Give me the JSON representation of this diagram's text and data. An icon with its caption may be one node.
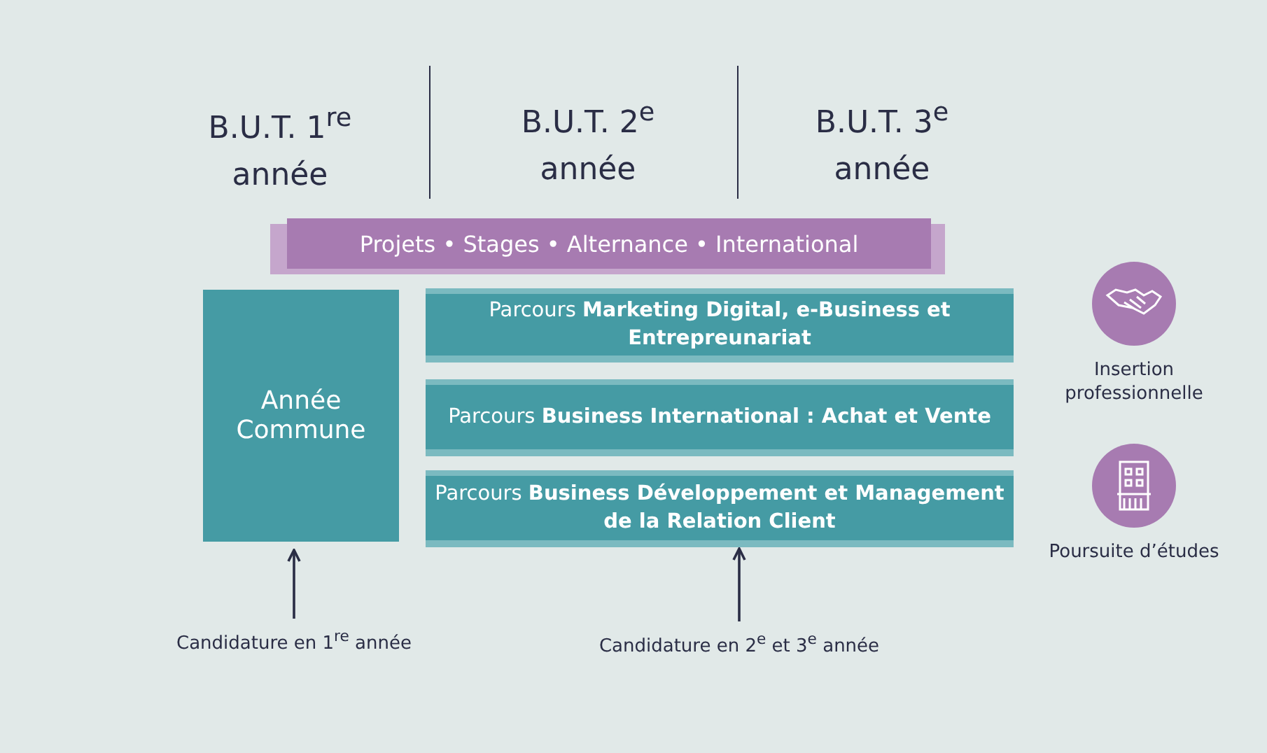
{
  "diagram": {
    "nodes": [
      {
        "text": [
          "Projets • Stages • Alternance • International"
        ]
      },
      {
        "text": [
          "Année Commune"
        ]
      },
      {
        "text": [
          "Parcours **Marketing Digital, e-Business et Entrepreunariat**"
        ]
      },
      {
        "text": [
          "Parcours **Business International : Achat et Vente**"
        ]
      },
      {
        "text": [
          "Parcours **Business Développement et Management de la Relation Client**"
        ]
      },
      {
        "text": [
          "Insertion professionnelle"
        ]
      },
      {
        "text": [
          "Poursuite d’études"
        ]
      },
      {
        "text": [
          "Candidature en 1$^{re}$ année"
        ]
      },
      {
        "text": [
          "Candidature en 2$^{e}$ et 3$^{e}$ année"
        ]
      }
    ],
    "edges": [
      {
        "from": 7,
        "to": 1,
        "arrow": "to"
      },
      {
        "from": 8,
        "to": 4,
        "arrow": "to"
      }
    ],
    "labels": [
      "B.U.T. 1$^{re}$ année",
      "B.U.T. 2$^{e}$ année",
      "B.U.T. 3$^{e}$ année"
    ]
  }
}
